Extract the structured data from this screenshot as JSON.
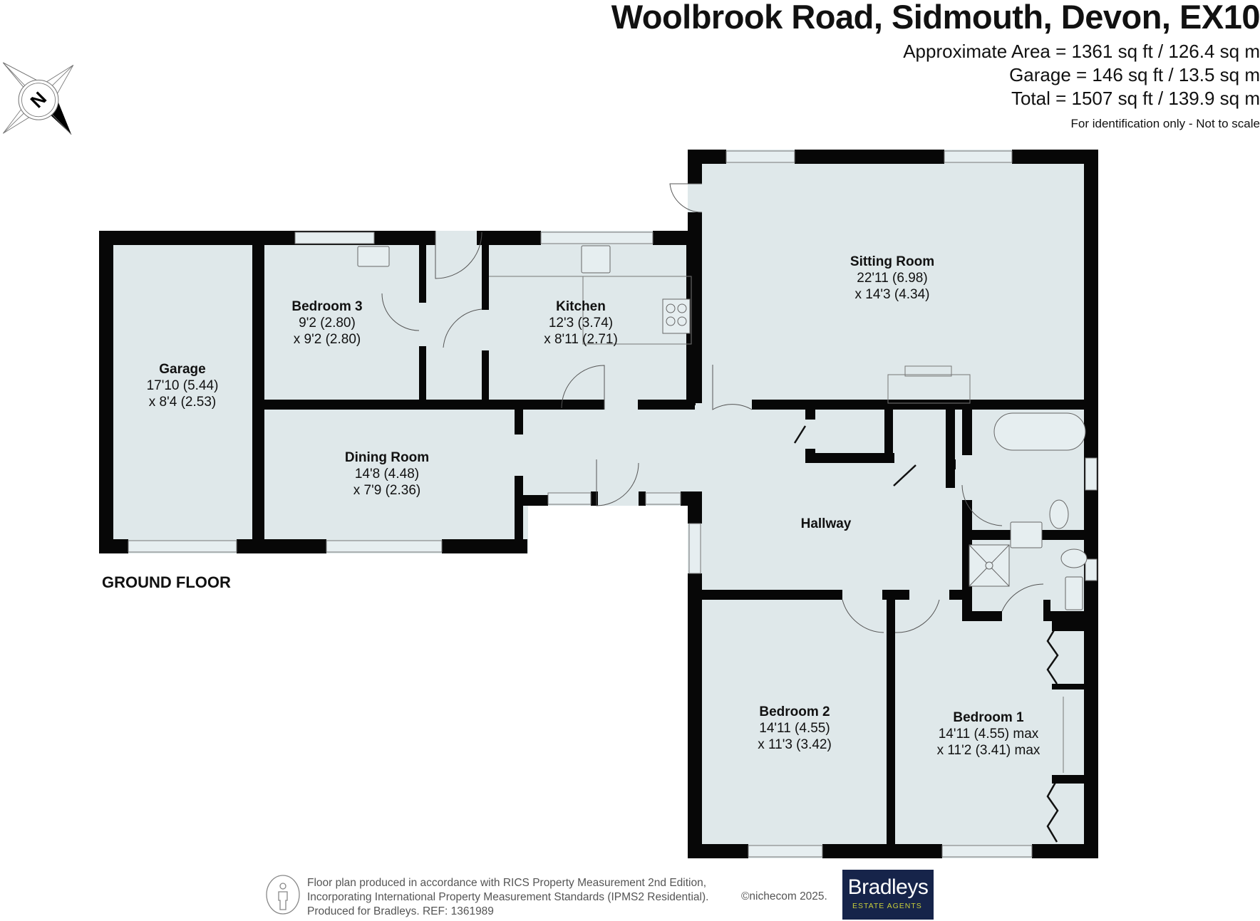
{
  "header": {
    "title": "Woolbrook Road, Sidmouth, Devon, EX10",
    "areas": [
      "Approximate Area = 1361 sq ft / 126.4 sq m",
      "Garage = 146 sq ft / 13.5 sq m",
      "Total = 1507 sq ft / 139.9 sq m"
    ],
    "disclaimer": "For identification only - Not to scale"
  },
  "compass": {
    "label": "N",
    "icon": "compass-rose-icon"
  },
  "floor": {
    "label": "GROUND FLOOR"
  },
  "colors": {
    "wall": "#070707",
    "room_fill": "#dfe8ea",
    "logo_bg": "#16244a",
    "logo_accent": "#c9cf3a"
  },
  "rooms": [
    {
      "id": "garage",
      "name": "Garage",
      "dim1": "17'10 (5.44)",
      "dim2": "x 8'4 (2.53)"
    },
    {
      "id": "bedroom-3",
      "name": "Bedroom 3",
      "dim1": "9'2 (2.80)",
      "dim2": "x 9'2 (2.80)"
    },
    {
      "id": "kitchen",
      "name": "Kitchen",
      "dim1": "12'3 (3.74)",
      "dim2": "x 8'11 (2.71)"
    },
    {
      "id": "sitting-room",
      "name": "Sitting Room",
      "dim1": "22'11 (6.98)",
      "dim2": "x 14'3 (4.34)"
    },
    {
      "id": "dining-room",
      "name": "Dining Room",
      "dim1": "14'8 (4.48)",
      "dim2": "x 7'9 (2.36)"
    },
    {
      "id": "hallway",
      "name": "Hallway",
      "dim1": "",
      "dim2": ""
    },
    {
      "id": "bedroom-2",
      "name": "Bedroom 2",
      "dim1": "14'11 (4.55)",
      "dim2": "x 11'3 (3.42)"
    },
    {
      "id": "bedroom-1",
      "name": "Bedroom 1",
      "dim1": "14'11 (4.55) max",
      "dim2": "x 11'2 (3.41) max"
    }
  ],
  "footer": {
    "lines": [
      "Floor plan produced in accordance with RICS Property Measurement 2nd Edition,",
      "Incorporating International Property Measurement Standards (IPMS2 Residential).",
      "Produced for Bradleys.   REF: 1361989"
    ],
    "copyright": "©nichecom 2025.",
    "logo": {
      "name": "Bradleys",
      "tagline": "ESTATE AGENTS"
    }
  }
}
